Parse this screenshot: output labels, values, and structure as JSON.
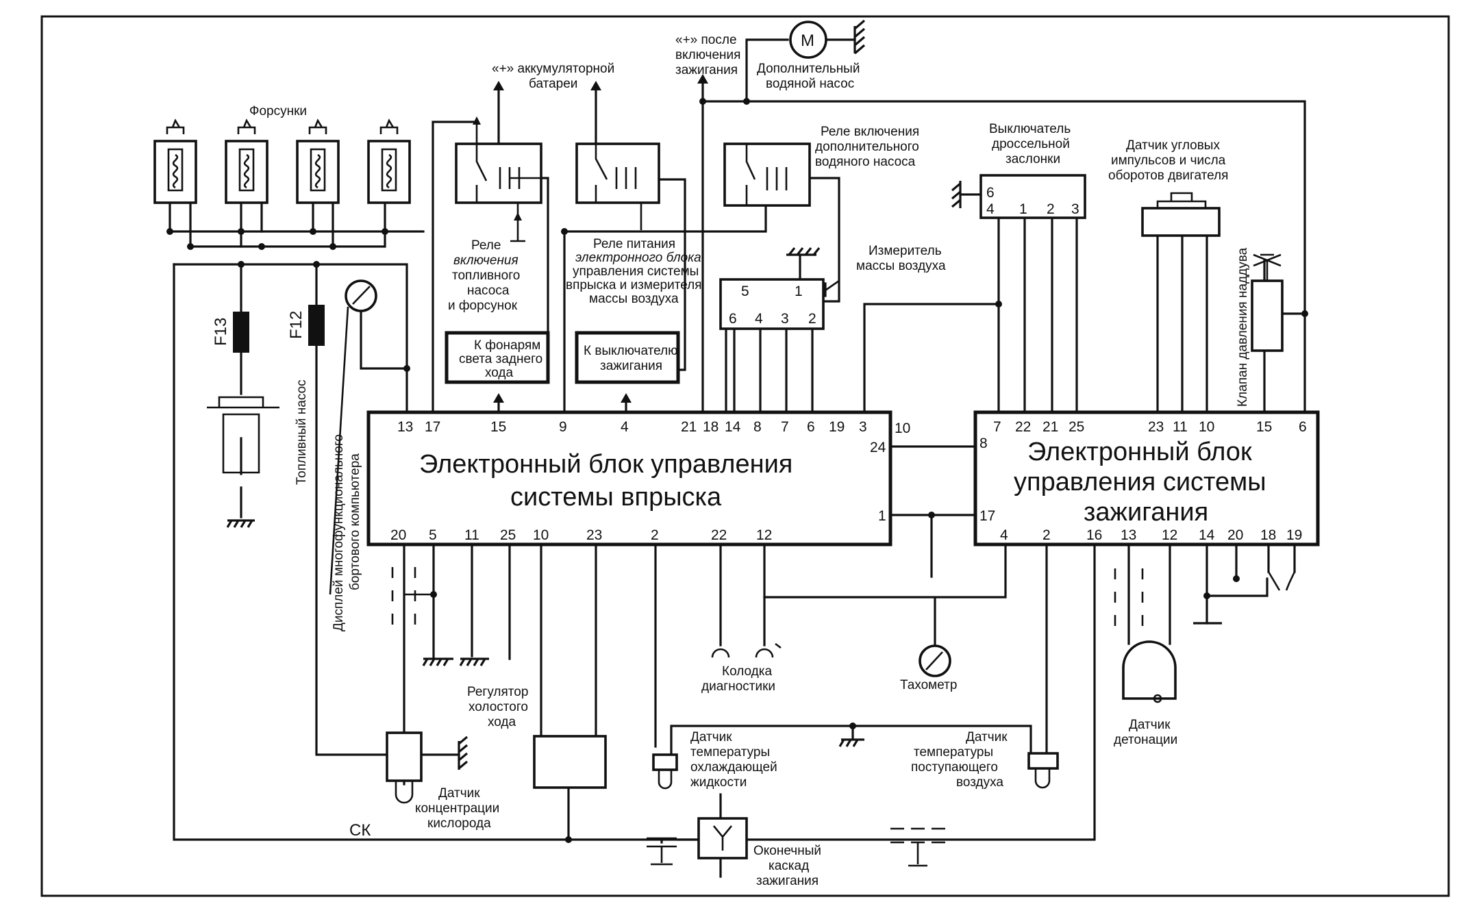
{
  "blocks": {
    "injection_ecu": [
      "Электронный блок управления",
      "системы впрыска"
    ],
    "ignition_ecu": [
      "Электронный блок",
      "управления системы",
      "зажигания"
    ]
  },
  "labels": {
    "injectors": "Форсунки",
    "battery_plus": [
      "«+» аккумуляторной",
      "батареи"
    ],
    "ignition_plus": [
      "«+» после",
      "включения",
      "зажигания"
    ],
    "motor_symbol": "М",
    "water_pump": [
      "Дополнительный",
      "водяной насос"
    ],
    "pump_relay": [
      "Реле включения",
      "дополнительного",
      "водяного насоса"
    ],
    "throttle_switch": [
      "Выключатель",
      "дроссельной",
      "заслонки"
    ],
    "crank_sensor": [
      "Датчик угловых",
      "импульсов и числа",
      "оборотов двигателя"
    ],
    "boost_valve": "Клапан давления наддува",
    "fuel_relay": [
      "Реле",
      "включения",
      "топливного",
      "насоса",
      "и форсунок"
    ],
    "ecu_power_relay": [
      "Реле питания",
      "электронного блока",
      "управления системы",
      "впрыска и измерителя",
      "массы воздуха"
    ],
    "maf": [
      "Измеритель",
      "массы воздуха"
    ],
    "reverse_lights": [
      "К фонарям",
      "света заднего",
      "хода"
    ],
    "ignition_switch": [
      "К выключателю",
      "зажигания"
    ],
    "fuse_f13": "F13",
    "fuse_f12": "F12",
    "fuel_pump": "Топливный насос",
    "display": [
      "Дисплей многофункционального",
      "бортового компьютера"
    ],
    "idle_regulator": [
      "Регулятор",
      "холостого",
      "хода"
    ],
    "diag_connector": [
      "Колодка",
      "диагностики"
    ],
    "tachometer": "Тахометр",
    "knock_sensor": [
      "Датчик",
      "детонации"
    ],
    "coolant_sensor": [
      "Датчик",
      "температуры",
      "охлаждающей",
      "жидкости"
    ],
    "intake_air_sensor": [
      "Датчик",
      "температуры",
      "поступающего",
      "воздуха"
    ],
    "oxygen_sensor": [
      "Датчик",
      "концентрации",
      "кислорода"
    ],
    "ck": "СК",
    "output_stage": [
      "Оконечный",
      "каскад",
      "зажигания"
    ]
  },
  "pins": {
    "inj_top": [
      "13",
      "17",
      "15",
      "9",
      "4",
      "21",
      "18",
      "14",
      "8",
      "7",
      "6",
      "19",
      "3"
    ],
    "inj_right": [
      "10",
      "24",
      "1"
    ],
    "inj_bottom": [
      "20",
      "5",
      "11",
      "25",
      "10",
      "23",
      "2",
      "22",
      "12"
    ],
    "ign_top": [
      "7",
      "22",
      "21",
      "25",
      "23",
      "11",
      "10",
      "15",
      "6"
    ],
    "ign_left": [
      "8",
      "17"
    ],
    "ign_bottom": [
      "4",
      "2",
      "16",
      "13",
      "12",
      "14",
      "20",
      "18",
      "19"
    ],
    "maf_top": [
      "5",
      "1"
    ],
    "maf_bottom": [
      "6",
      "4",
      "3",
      "2"
    ],
    "throttle": [
      "6",
      "4",
      "1",
      "2",
      "3"
    ]
  }
}
